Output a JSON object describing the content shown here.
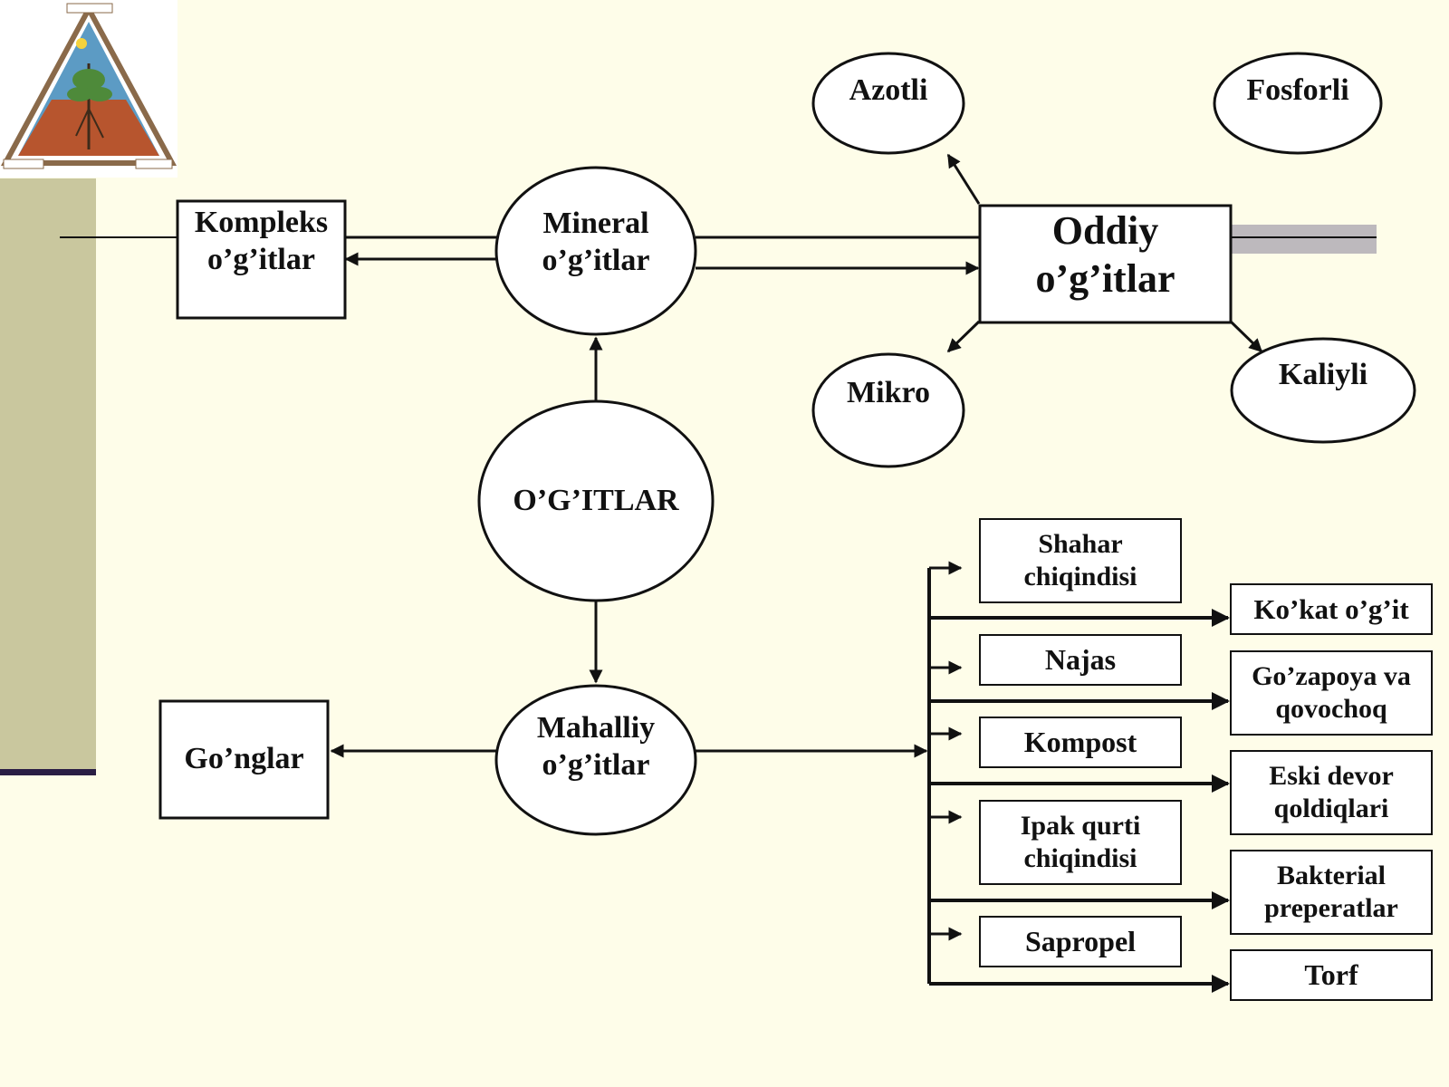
{
  "diagram": {
    "center": {
      "line1": "O’G’ITLAR"
    },
    "mineral": {
      "line1": "Mineral",
      "line2": "o’g’itlar"
    },
    "mahalliy": {
      "line1": "Mahalliy",
      "line2": "o’g’itlar"
    },
    "kompleks": {
      "line1": "Kompleks",
      "line2": "o’g’itlar"
    },
    "oddiy": {
      "line1": "Oddiy",
      "line2": "o’g’itlar"
    },
    "gonglar": {
      "line1": "Go’nglar"
    },
    "simple_types": {
      "azotli": "Azotli",
      "fosforli": "Fosforli",
      "mikro": "Mikro",
      "kaliyli": "Kaliyli"
    },
    "local_types_left": [
      {
        "line1": "Shahar",
        "line2": "chiqindisi"
      },
      {
        "line1": "Najas"
      },
      {
        "line1": "Kompost"
      },
      {
        "line1": "Ipak qurti",
        "line2": "chiqindisi"
      },
      {
        "line1": "Sapropel"
      }
    ],
    "local_types_right": [
      {
        "line1": "Ko’kat o’g’it"
      },
      {
        "line1": "Go’zapoya va",
        "line2": "qovochoq"
      },
      {
        "line1": "Eski devor",
        "line2": "qoldiqlari"
      },
      {
        "line1": "Bakterial",
        "line2": "preperatlar"
      },
      {
        "line1": "Torf"
      }
    ]
  },
  "colors": {
    "background": "#FEFDE9",
    "sidebar": "#C9C79E",
    "sidebar_rule": "#2A1E44",
    "stroke": "#111111"
  },
  "logo": {
    "icon": "triangle-tree-logo-icon"
  }
}
